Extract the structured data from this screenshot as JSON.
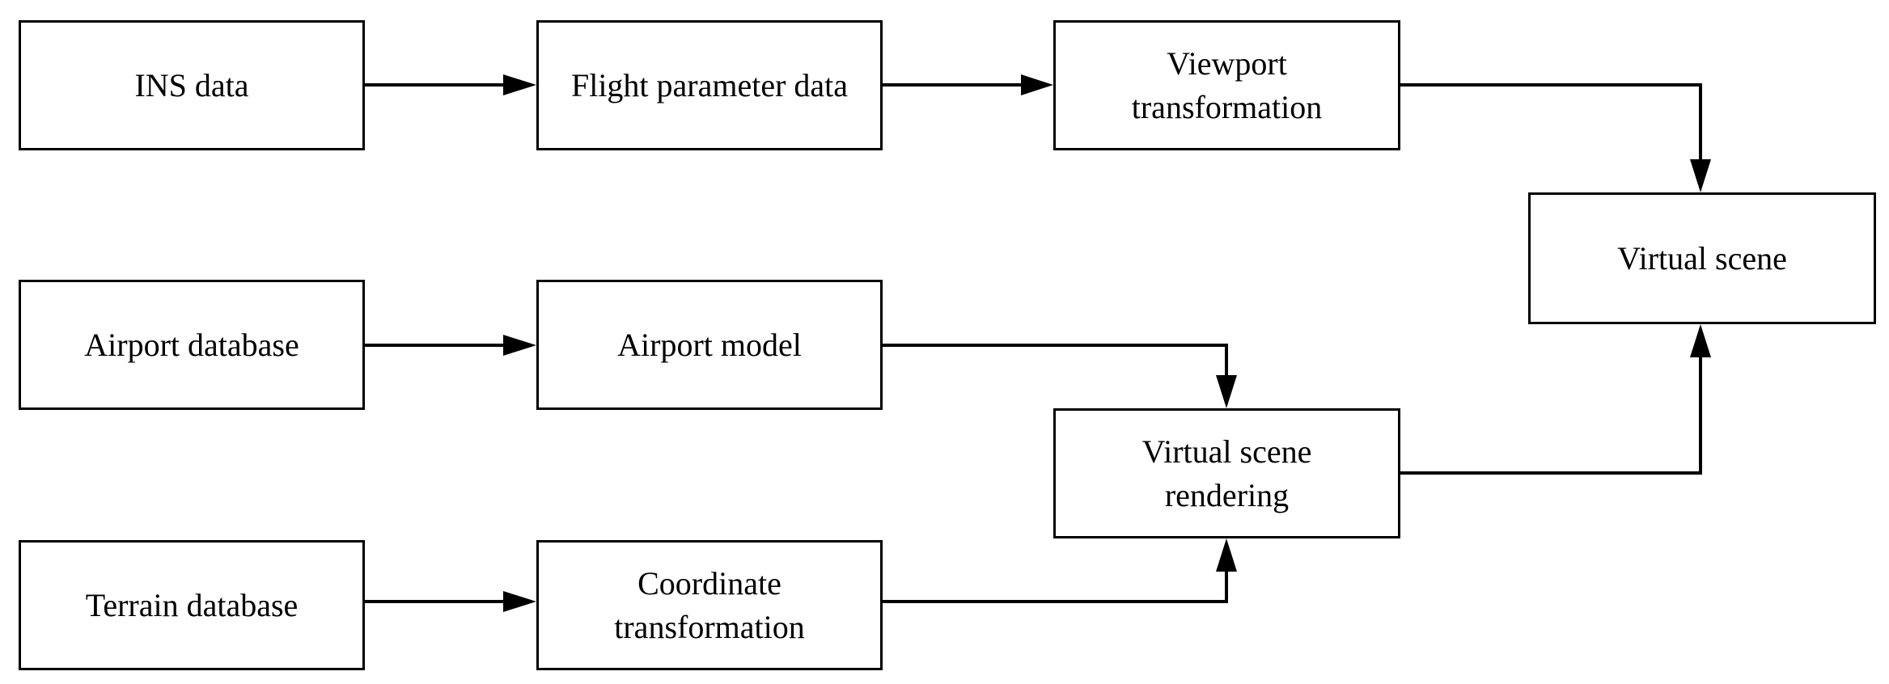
{
  "diagram": {
    "nodes": [
      {
        "id": "ins_data",
        "label": "INS data"
      },
      {
        "id": "flight_parameter_data",
        "label": "Flight parameter data"
      },
      {
        "id": "viewport_transformation",
        "label": "Viewport\ntransformation"
      },
      {
        "id": "virtual_scene",
        "label": "Virtual scene"
      },
      {
        "id": "airport_database",
        "label": "Airport database"
      },
      {
        "id": "airport_model",
        "label": "Airport model"
      },
      {
        "id": "virtual_scene_rendering",
        "label": "Virtual scene\nrendering"
      },
      {
        "id": "terrain_database",
        "label": "Terrain database"
      },
      {
        "id": "coordinate_transformation",
        "label": "Coordinate\ntransformation"
      }
    ],
    "edges": [
      {
        "from": "ins_data",
        "to": "flight_parameter_data"
      },
      {
        "from": "flight_parameter_data",
        "to": "viewport_transformation"
      },
      {
        "from": "viewport_transformation",
        "to": "virtual_scene"
      },
      {
        "from": "airport_database",
        "to": "airport_model"
      },
      {
        "from": "airport_model",
        "to": "virtual_scene_rendering"
      },
      {
        "from": "terrain_database",
        "to": "coordinate_transformation"
      },
      {
        "from": "coordinate_transformation",
        "to": "virtual_scene_rendering"
      },
      {
        "from": "virtual_scene_rendering",
        "to": "virtual_scene"
      }
    ]
  }
}
